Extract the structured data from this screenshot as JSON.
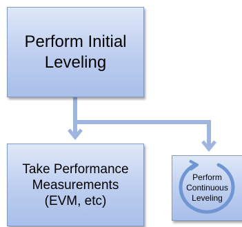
{
  "diagram": {
    "nodes": {
      "initial": {
        "label": "Perform Initial\nLeveling"
      },
      "measure": {
        "label": "Take Performance\nMeasurements\n(EVM, etc)"
      },
      "continuous": {
        "label": "Perform\nContinuous\nLeveling"
      }
    },
    "edges": [
      {
        "from": "Perform Initial Leveling",
        "to": "Take Performance Measurements"
      },
      {
        "from": "Perform Initial Leveling",
        "to": "Perform Continuous Leveling"
      }
    ],
    "colors": {
      "box_fill": "#bccdef",
      "box_border": "#7f9ac9",
      "connector": "#9fb5df",
      "cycle_icon": "#6f95d2"
    },
    "icons": {
      "continuous": "cycle-arrow-icon"
    }
  }
}
